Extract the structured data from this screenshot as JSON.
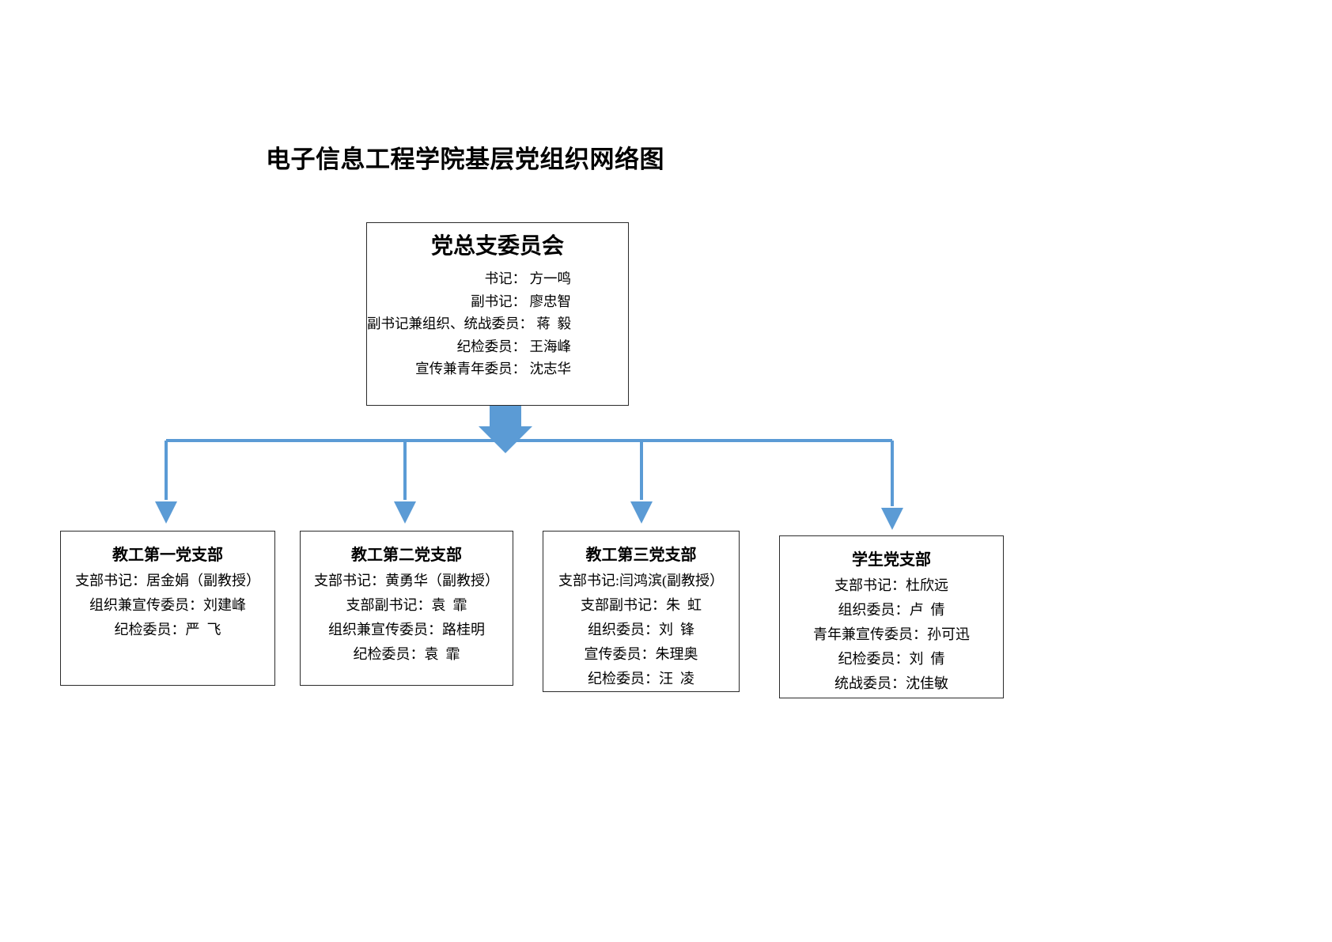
{
  "title": "电子信息工程学院基层党组织网络图",
  "colors": {
    "connector": "#5b9bd5",
    "box_border": "#2b2b2b",
    "text": "#000000",
    "background": "#ffffff"
  },
  "root": {
    "title": "党总支委员会",
    "lines": [
      "书记： 方一鸣",
      "副书记： 廖忠智",
      "副书记兼组织、统战委员： 蒋  毅",
      "纪检委员： 王海峰",
      "宣传兼青年委员： 沈志华"
    ]
  },
  "children": [
    {
      "title": "教工第一党支部",
      "lines": [
        "支部书记：居金娟（副教授）",
        "组织兼宣传委员：刘建峰",
        "纪检委员：严  飞"
      ]
    },
    {
      "title": "教工第二党支部",
      "lines": [
        "支部书记：黄勇华（副教授）",
        "支部副书记：袁  霏",
        "组织兼宣传委员：路桂明",
        "纪检委员：袁  霏"
      ]
    },
    {
      "title": "教工第三党支部",
      "lines": [
        "支部书记:闫鸿滨(副教授）",
        "支部副书记：朱  虹",
        "组织委员：刘  锋",
        "宣传委员：朱理奥",
        "纪检委员：汪  凌"
      ]
    },
    {
      "title": "学生党支部",
      "lines": [
        "支部书记：杜欣远",
        "组织委员：卢  倩",
        "青年兼宣传委员：孙可迅",
        "纪检委员：刘  倩",
        "统战委员：沈佳敏"
      ]
    }
  ],
  "chart_data": {
    "type": "diagram",
    "diagram_kind": "organization-chart",
    "title": "电子信息工程学院基层党组织网络图",
    "levels": 2,
    "root_label": "党总支委员会",
    "child_labels": [
      "教工第一党支部",
      "教工第二党支部",
      "教工第三党支部",
      "学生党支部"
    ],
    "connector_style": "orthogonal-elbow-with-arrowheads",
    "connector_color": "#5b9bd5"
  }
}
